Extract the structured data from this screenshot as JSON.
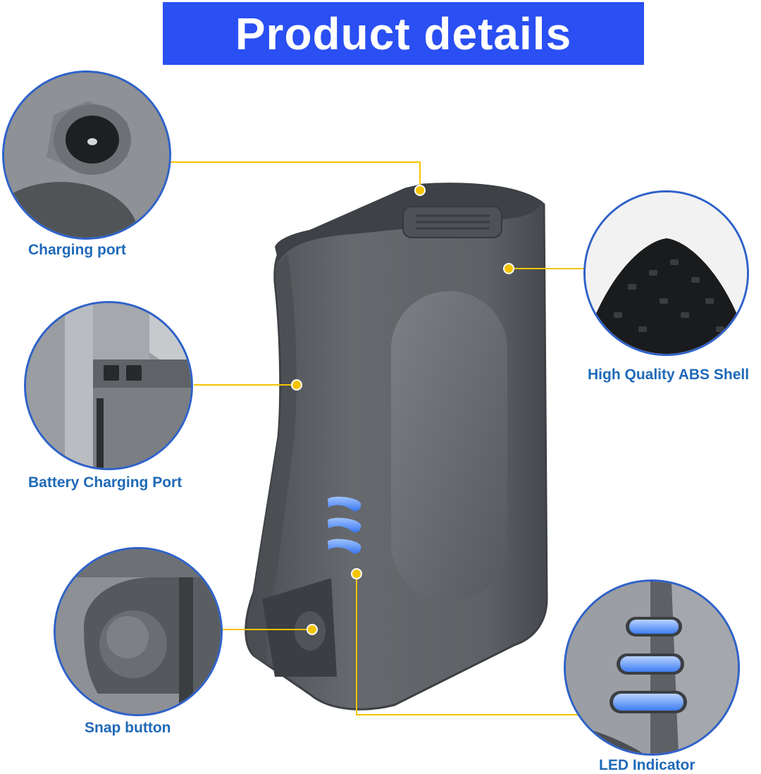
{
  "header": {
    "title": "Product details"
  },
  "callouts": [
    {
      "id": "charging-port",
      "label": "Charging port"
    },
    {
      "id": "battery-charging-port",
      "label": "Battery Charging Port"
    },
    {
      "id": "snap-button",
      "label": "Snap button"
    },
    {
      "id": "abs-shell",
      "label": "High Quality ABS Shell"
    },
    {
      "id": "led-indicator",
      "label": "LED Indicator"
    }
  ],
  "colors": {
    "banner": "#2a4ff2",
    "label_text": "#1f69b8",
    "leader_line": "#f5c400",
    "circle_border": "#2f62c9",
    "led": "#4a8cff",
    "battery_body": "#5c5f63"
  }
}
